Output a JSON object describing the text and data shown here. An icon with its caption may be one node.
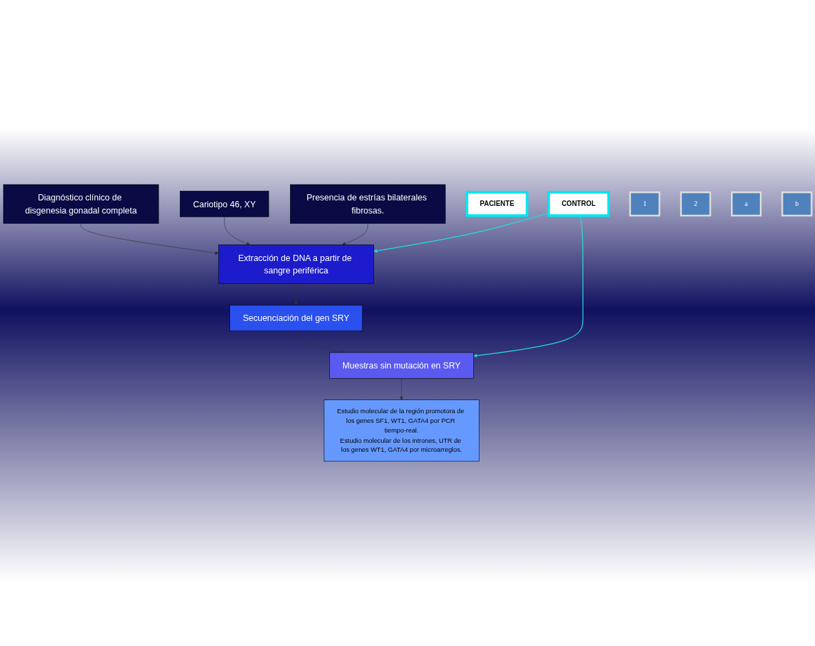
{
  "diagram": {
    "nodes": [
      {
        "text": [
          "Diagnóstico clínico de disgenesia gonadal completa"
        ]
      },
      {
        "text": [
          "Cariotipo 46, XY"
        ]
      },
      {
        "text": [
          "Presencia de estrías bilaterales fibrosas."
        ]
      },
      {
        "text": [
          "Extracción de DNA a partir de sangre periférica"
        ]
      },
      {
        "text": [
          "Secuenciación del gen SRY"
        ]
      },
      {
        "text": [
          "Muestras sin mutación en SRY"
        ]
      },
      {
        "text": [
          "Estudio molecular de la región promotora de los genes SF1, WT1, GATA4 por PCR tiempo-real.",
          "Estudio molecular de los intrones, UTR de los genes WT1, GATA4 por microarreglos."
        ]
      },
      {
        "text": [
          "PACIENTE"
        ]
      },
      {
        "text": [
          "CONTROL"
        ]
      },
      {
        "text": [
          "1"
        ]
      },
      {
        "text": [
          "2"
        ]
      },
      {
        "text": [
          "a"
        ]
      },
      {
        "text": [
          "b"
        ]
      }
    ],
    "edges": [
      {
        "from": 0,
        "to": 3,
        "arrow": "to"
      },
      {
        "from": 1,
        "to": 3,
        "arrow": "to"
      },
      {
        "from": 2,
        "to": 3,
        "arrow": "to"
      },
      {
        "from": 3,
        "to": 4,
        "arrow": "to"
      },
      {
        "from": 4,
        "to": 5,
        "arrow": "to"
      },
      {
        "from": 5,
        "to": 6,
        "arrow": "to"
      },
      {
        "from": 8,
        "to": 3,
        "arrow": "to",
        "color": "#22dddd"
      },
      {
        "from": 8,
        "to": 5,
        "arrow": "to",
        "color": "#22dddd"
      }
    ]
  }
}
